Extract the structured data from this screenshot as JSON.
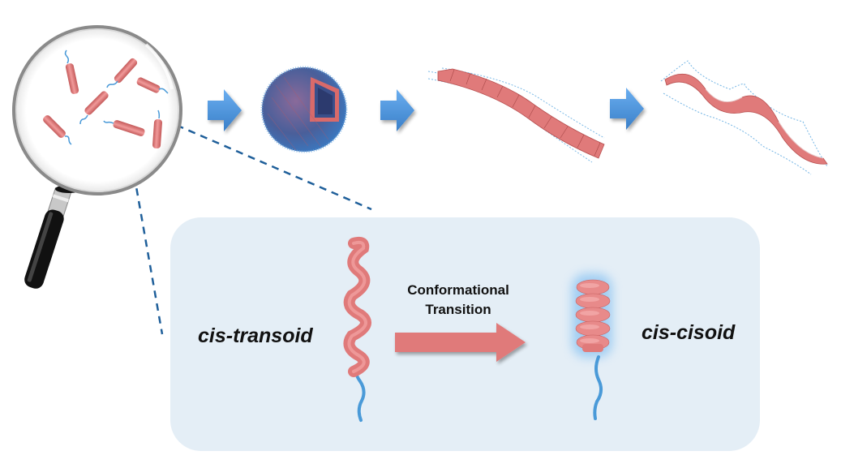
{
  "figure": {
    "title": "Self-assembly of rod-coil molecules and helix conformational transition",
    "colors": {
      "rod": "#e07a7a",
      "coil": "#4a9ad8",
      "arrow_blue": "#4a8fd6",
      "panel_bg": "#e4eef6",
      "dash_line": "#1f5f9a"
    }
  },
  "top_row": {
    "stages": [
      {
        "name": "dispersed rod-coil molecules (magnified)",
        "icon": "magnifier-icon"
      },
      {
        "name": "micelle / sphere",
        "icon": "sphere-icon"
      },
      {
        "name": "flat ribbon",
        "icon": "ribbon-icon"
      },
      {
        "name": "twisted helical ribbon",
        "icon": "helical-ribbon-icon"
      }
    ],
    "arrows": 3
  },
  "inset": {
    "left_label": "cis-transoid",
    "right_label": "cis-cisoid",
    "transition_label_line1": "Conformational",
    "transition_label_line2": "Transition"
  }
}
